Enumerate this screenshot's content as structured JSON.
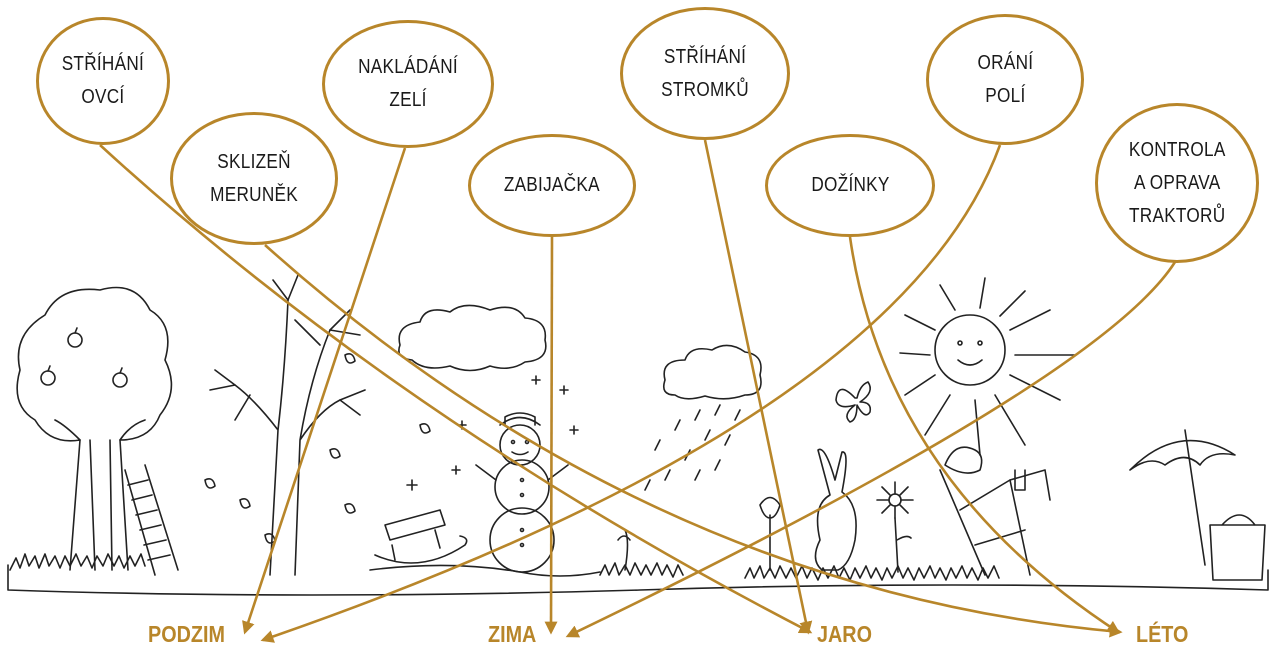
{
  "activities": [
    {
      "id": "strihani-ovci",
      "label": "STŘÍHÁNÍ\nOVCÍ",
      "season": "jaro"
    },
    {
      "id": "nakladani-zeli",
      "label": "NAKLÁDÁNÍ\nZELÍ",
      "season": "podzim"
    },
    {
      "id": "sklizen-merunek",
      "label": "SKLIZEŇ\nMERUNĚK",
      "season": "leto"
    },
    {
      "id": "zabijacka",
      "label": "ZABIJAČKA",
      "season": "zima"
    },
    {
      "id": "strihani-stromku",
      "label": "STŘÍHÁNÍ\nSTROMKŮ",
      "season": "jaro"
    },
    {
      "id": "orani-poli",
      "label": "ORÁNÍ\nPOLÍ",
      "season": "podzim"
    },
    {
      "id": "dozinky",
      "label": "DOŽÍNKY",
      "season": "leto"
    },
    {
      "id": "kontrola-traktoru",
      "label": "KONTROLA\nA OPRAVA\nTRAKTORŮ",
      "season": "zima"
    }
  ],
  "seasons": {
    "podzim": "PODZIM",
    "zima": "ZIMA",
    "jaro": "JARO",
    "leto": "LÉTO"
  },
  "colors": {
    "accent": "#b8862a",
    "ink": "#1a1a1a"
  }
}
